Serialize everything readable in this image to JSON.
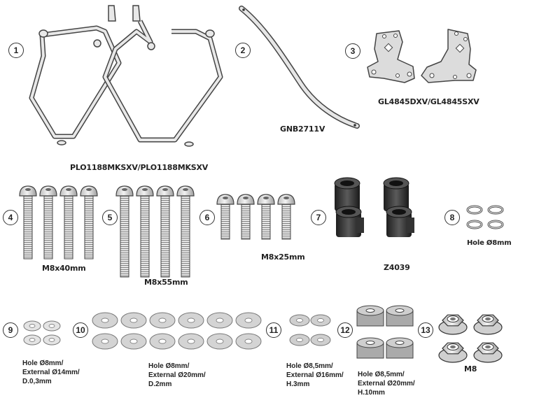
{
  "parts": [
    {
      "number": "1",
      "label": "PLO1188MKSXV/PLO1188MKSXV"
    },
    {
      "number": "2",
      "label": "GNB2711V"
    },
    {
      "number": "3",
      "label": "GL4845DXV/GL4845SXV"
    },
    {
      "number": "4",
      "label": "M8x40mm"
    },
    {
      "number": "5",
      "label": "M8x55mm"
    },
    {
      "number": "6",
      "label": "M8x25mm"
    },
    {
      "number": "7",
      "label": "Z4039"
    },
    {
      "number": "8",
      "label": "Hole Ø8mm"
    },
    {
      "number": "9",
      "label_lines": [
        "Hole Ø8mm/",
        "External Ø14mm/",
        "D.0,3mm"
      ]
    },
    {
      "number": "10",
      "label_lines": [
        "Hole Ø8mm/",
        "External Ø20mm/",
        "D.2mm"
      ]
    },
    {
      "number": "11",
      "label_lines": [
        "Hole Ø8,5mm/",
        "External Ø16mm/",
        "H.3mm"
      ]
    },
    {
      "number": "12",
      "label_lines": [
        "Hole Ø8,5mm/",
        "External Ø20mm/",
        "H.10mm"
      ]
    },
    {
      "number": "13",
      "label": "M8"
    }
  ],
  "colors": {
    "line": "#333333",
    "metal": "#d9d9d9",
    "metal_dark": "#9a9a9a",
    "black_part": "#2b2b2b"
  }
}
